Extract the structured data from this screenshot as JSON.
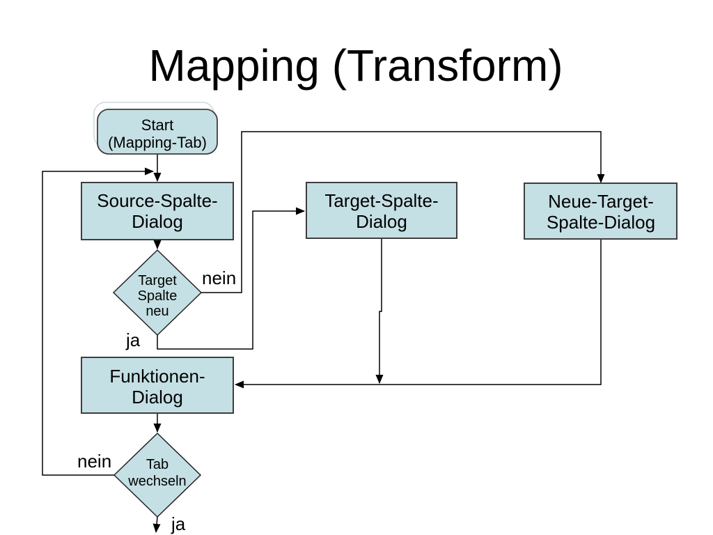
{
  "title": "Mapping (Transform)",
  "colors": {
    "background": "#ffffff",
    "node_fill": "#c5e0e4",
    "node_border": "#3d3d3d",
    "connector": "#000000",
    "text": "#000000"
  },
  "nodes": {
    "start": {
      "type": "terminator",
      "lines": [
        "Start",
        "(Mapping-Tab)"
      ]
    },
    "source_spalte": {
      "type": "process",
      "lines": [
        "Source-Spalte-",
        "Dialog"
      ]
    },
    "target_spalte": {
      "type": "process",
      "lines": [
        "Target-Spalte-",
        "Dialog"
      ]
    },
    "neue_target_spalte": {
      "type": "process",
      "lines": [
        "Neue-Target-",
        "Spalte-Dialog"
      ]
    },
    "funktionen": {
      "type": "process",
      "lines": [
        "Funktionen-",
        "Dialog"
      ]
    },
    "decision_target_spalte_neu": {
      "type": "decision",
      "lines": [
        "Target",
        "Spalte",
        "neu"
      ]
    },
    "decision_tab_wechseln": {
      "type": "decision",
      "lines": [
        "Tab",
        "wechseln"
      ]
    }
  },
  "edge_labels": {
    "target_spalte_neu_nein": "nein",
    "target_spalte_neu_ja": "ja",
    "tab_wechseln_nein": "nein",
    "tab_wechseln_ja": "ja"
  }
}
